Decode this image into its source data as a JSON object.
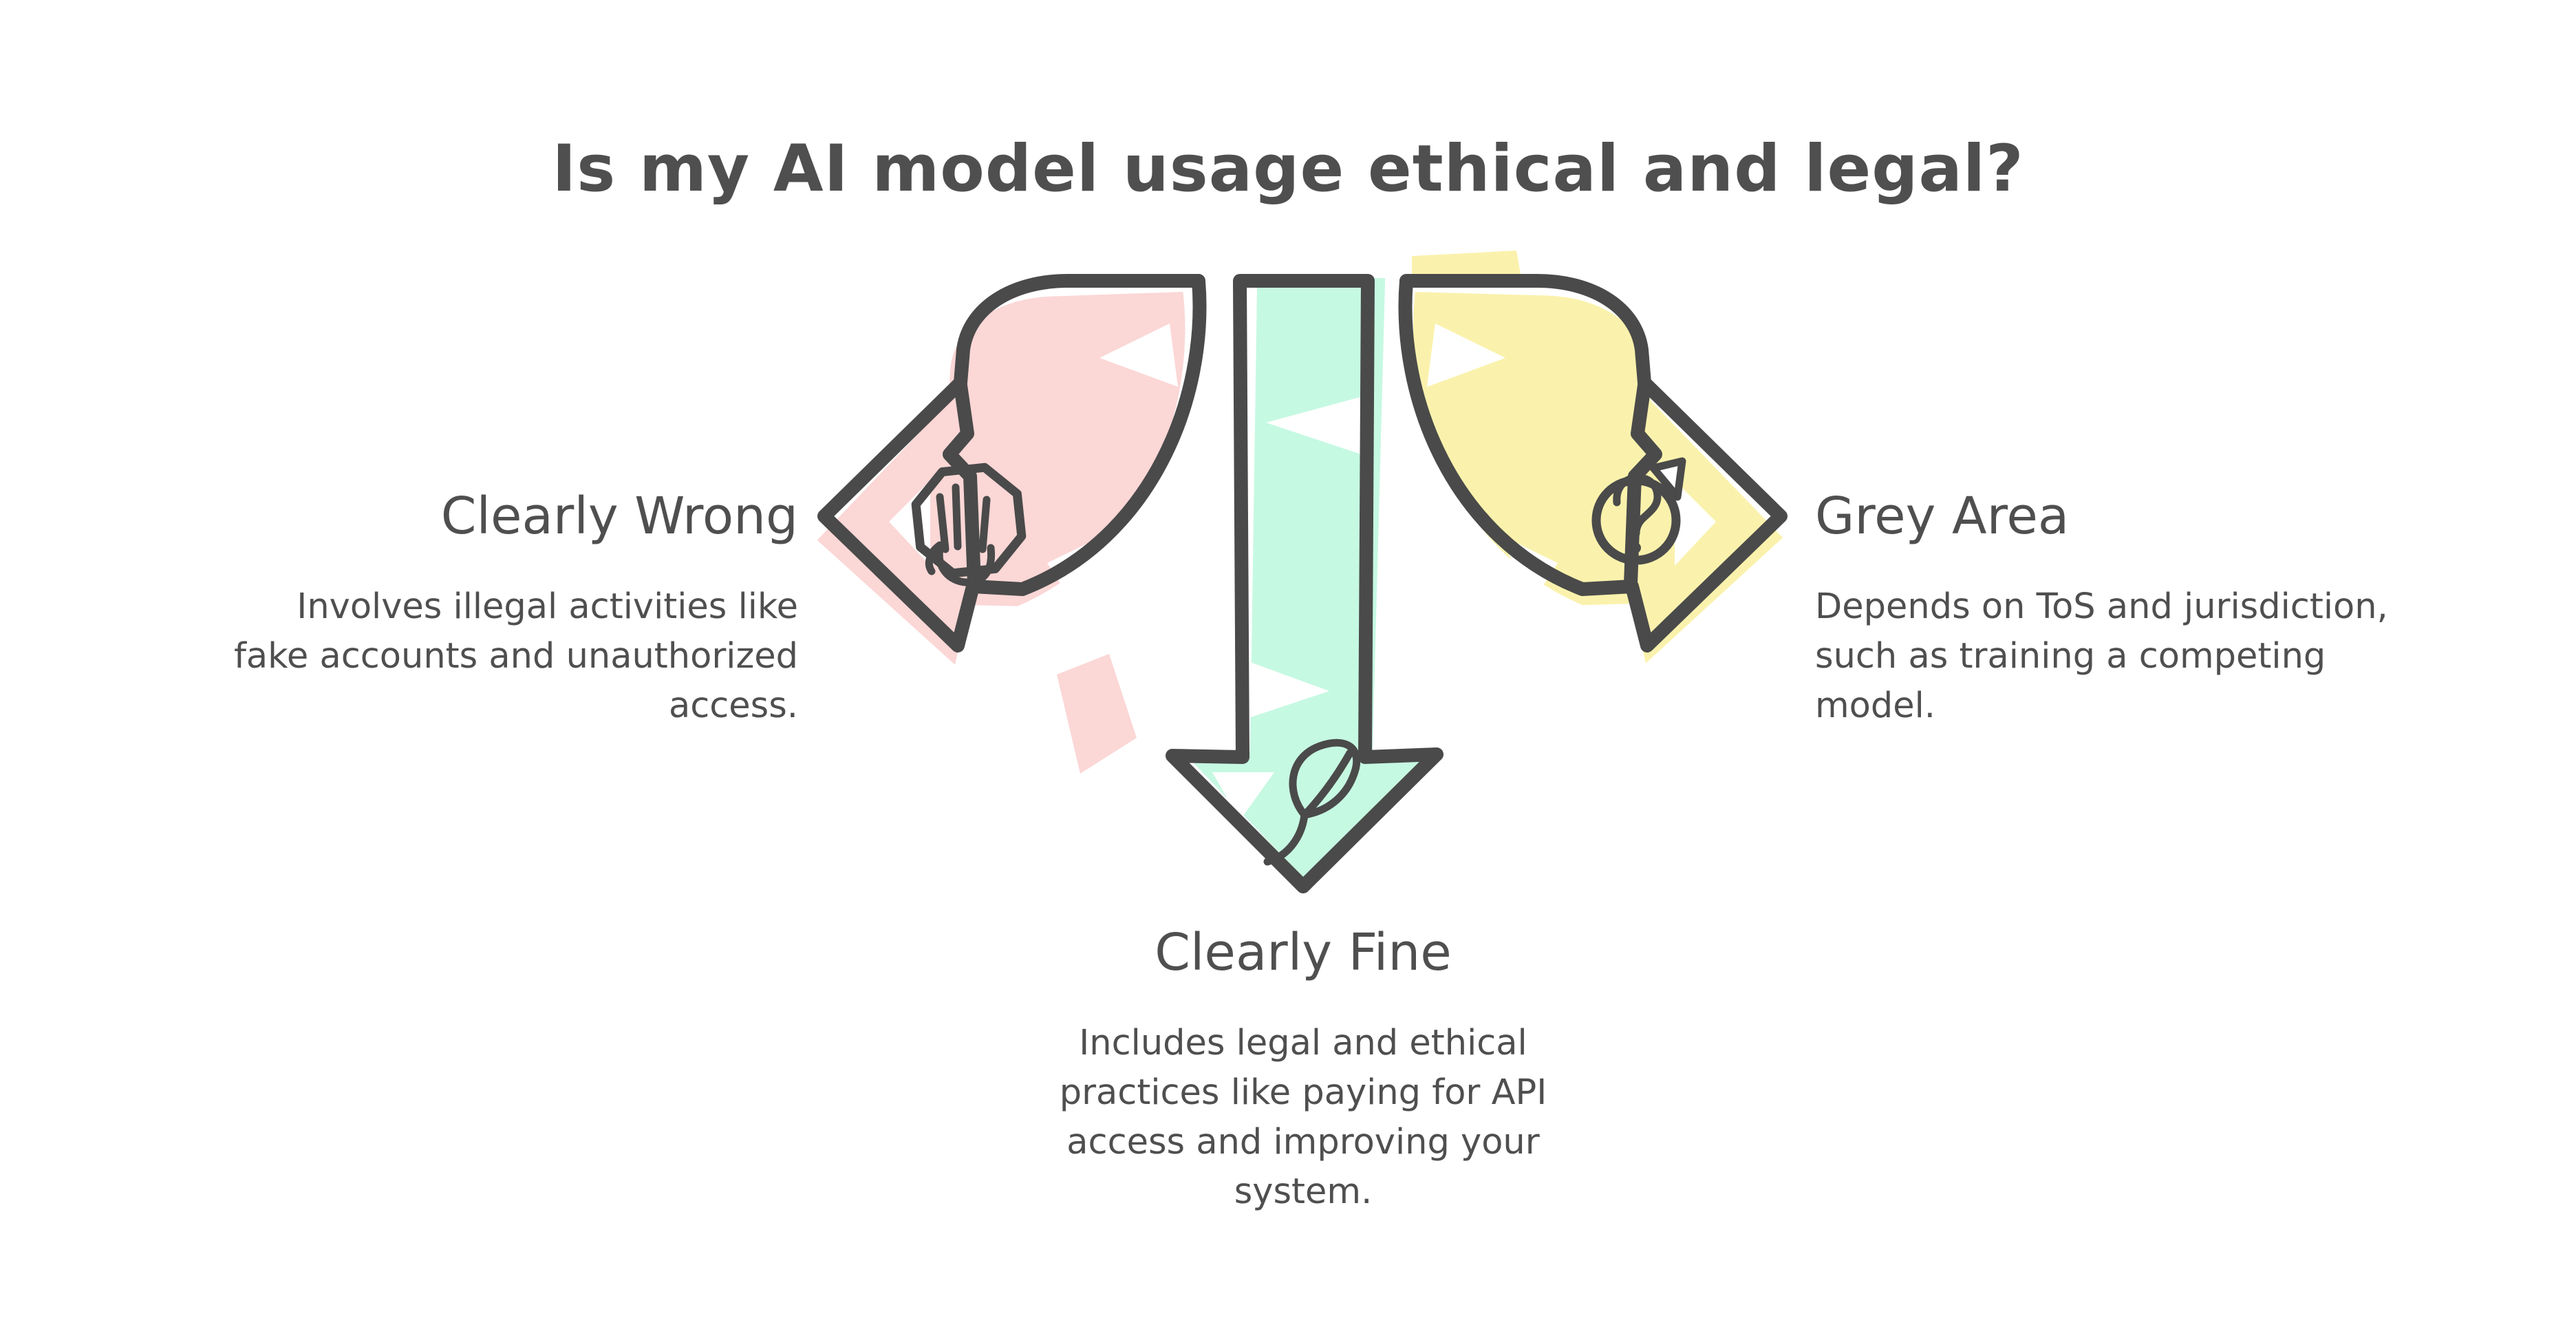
{
  "title": "Is my AI model usage ethical and legal?",
  "colors": {
    "pink": "#fbd7d6",
    "green": "#c6f9e2",
    "yellow": "#faf2ac",
    "outline": "#4a4a4a",
    "text": "#4f4f4f"
  },
  "branches": {
    "wrong": {
      "heading": "Clearly Wrong",
      "lines": [
        "Involves illegal activities like",
        "fake accounts and unauthorized",
        "access."
      ],
      "icon": "stop-hand"
    },
    "fine": {
      "heading": "Clearly Fine",
      "lines": [
        "Includes legal and ethical",
        "practices like paying for API",
        "access and improving your",
        "system."
      ],
      "icon": "leaf"
    },
    "grey": {
      "heading": "Grey Area",
      "lines": [
        "Depends on ToS and jurisdiction,",
        "such as training a competing",
        "model."
      ],
      "icon": "question-mark"
    }
  }
}
